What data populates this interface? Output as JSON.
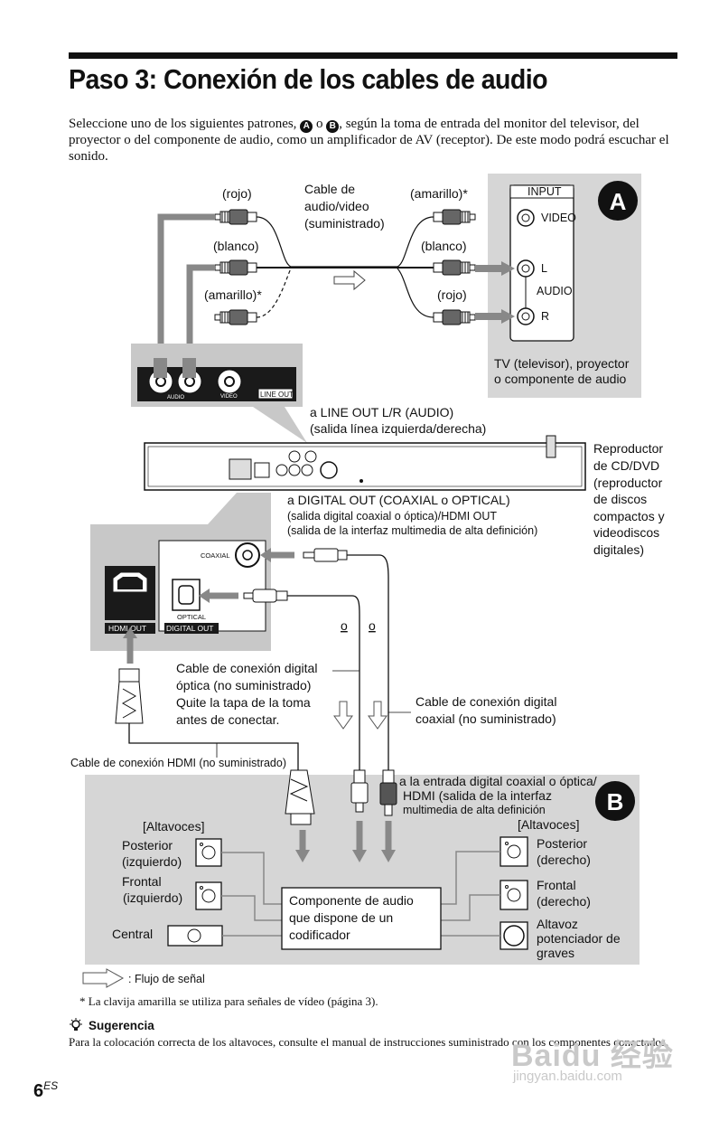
{
  "page": {
    "title": "Paso 3: Conexión de los cables de audio",
    "intro_part1": "Seleccione uno de los siguientes patrones,",
    "badge_a": "A",
    "intro_or": "o",
    "badge_b": "B",
    "intro_part2": ", según la toma de entrada del monitor del televisor, del proyector o del componente de audio, como un amplificador de AV (receptor). De este modo podrá escuchar el sonido.",
    "page_number": "6",
    "page_suffix": "ES"
  },
  "diagram": {
    "label_rojo_left": "(rojo)",
    "label_blanco_left": "(blanco)",
    "label_amarillo_left": "(amarillo)*",
    "cable_label_1": "Cable de",
    "cable_label_2": "audio/video",
    "cable_label_3": "(suministrado)",
    "label_amarillo_right": "(amarillo)*",
    "label_blanco_right": "(blanco)",
    "label_rojo_right": "(rojo)",
    "input_title": "INPUT",
    "input_video": "VIDEO",
    "input_l": "L",
    "input_audio": "AUDIO",
    "input_r": "R",
    "panel_a_badge": "A",
    "tv_caption_1": "TV (televisor), proyector",
    "tv_caption_2": "o componente de audio",
    "jack_audio": "AUDIO",
    "jack_video": "VIDEO",
    "jack_lineout": "LINE OUT",
    "lineout_caption_1": "a LINE OUT L/R (AUDIO)",
    "lineout_caption_2": "(salida línea izquierda/derecha)",
    "player_caption": [
      "Reproductor",
      "de CD/DVD",
      "(reproductor",
      "de discos",
      "compactos y",
      "videodiscos",
      "digitales)"
    ],
    "digital_caption_1": "a DIGITAL OUT (COAXIAL o OPTICAL)",
    "digital_caption_2": "(salida digital coaxial o óptica)/HDMI OUT",
    "digital_caption_3": "(salida de la interfaz multimedia de alta definición)",
    "port_coaxial": "COAXIAL",
    "port_optical": "OPTICAL",
    "port_hdmi_out": "HDMI OUT",
    "port_digital_out": "DIGITAL OUT",
    "or_1": "o",
    "or_2": "o",
    "optical_cable_1": "Cable de conexión digital",
    "optical_cable_2": "óptica (no suministrado)",
    "optical_cable_3": "Quite la tapa de la toma",
    "optical_cable_4": "antes de conectar.",
    "coaxial_cable_1": "Cable de conexión digital",
    "coaxial_cable_2": "coaxial (no suministrado)",
    "hdmi_cable": "Cable de conexión HDMI (no suministrado)",
    "input_b_1": "a la entrada digital coaxial o óptica/",
    "input_b_2": "HDMI (salida de la interfaz",
    "input_b_3": "multimedia de alta definición",
    "panel_b_badge": "B",
    "speakers_left_title": "[Altavoces]",
    "speakers_right_title": "[Altavoces]",
    "rear_left_1": "Posterior",
    "rear_left_2": "(izquierdo)",
    "front_left_1": "Frontal",
    "front_left_2": "(izquierdo)",
    "center": "Central",
    "rear_right_1": "Posterior",
    "rear_right_2": "(derecho)",
    "front_right_1": "Frontal",
    "front_right_2": "(derecho)",
    "sub_1": "Altavoz",
    "sub_2": "potenciador de",
    "sub_3": "graves",
    "component_1": "Componente de audio",
    "component_2": "que dispone de un",
    "component_3": "codificador",
    "legend_signal": ": Flujo de señal"
  },
  "footnote": "* La clavija amarilla se utiliza para señales de vídeo (página 3).",
  "hint": {
    "heading": "Sugerencia",
    "text": "Para la colocación correcta de los altavoces, consulte el manual de instrucciones suministrado con los componentes conectados."
  },
  "watermark": {
    "logo": "Baidu 经验",
    "url": "jingyan.baidu.com"
  }
}
